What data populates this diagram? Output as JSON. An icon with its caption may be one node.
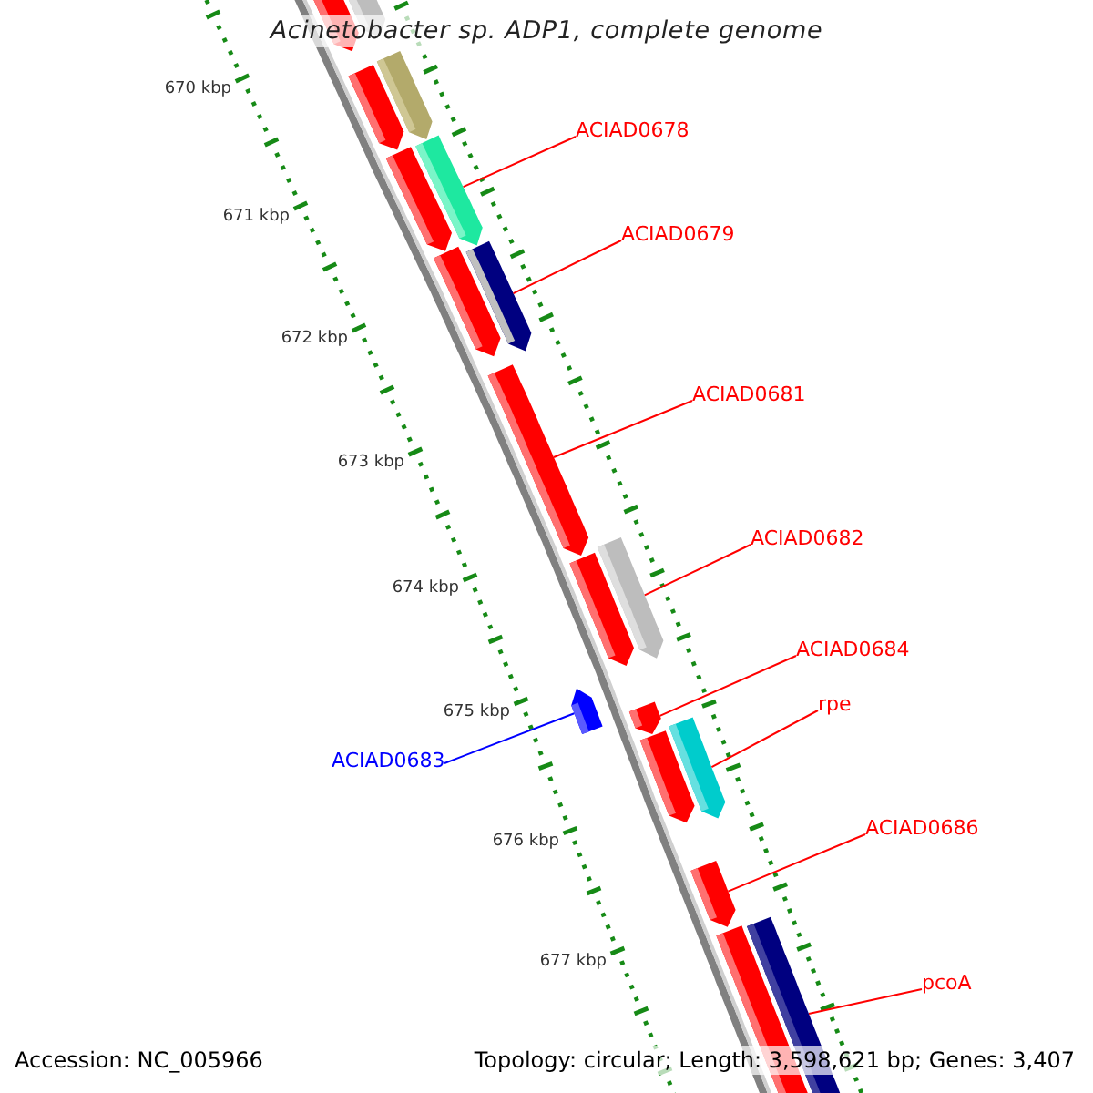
{
  "diagram": {
    "title": "Acinetobacter sp. ADP1, complete genome",
    "nodes": [
      {
        "text": [],
        "shape": "bar"
      },
      {
        "text": [],
        "shape": "bar"
      },
      {
        "text": [],
        "shape": "bar"
      },
      {
        "text": [],
        "shape": "bar"
      },
      {
        "text": [],
        "shape": "bar"
      },
      {
        "text": [],
        "shape": "bar"
      },
      {
        "text": [],
        "shape": "bar"
      },
      {
        "text": [],
        "shape": "bar"
      },
      {
        "text": [],
        "shape": "bar"
      },
      {
        "text": [],
        "shape": "bar"
      },
      {
        "text": [],
        "shape": "bar"
      },
      {
        "text": [],
        "shape": "bar"
      },
      {
        "text": [],
        "shape": "bar"
      },
      {
        "text": [],
        "shape": "bar"
      },
      {
        "text": [],
        "shape": "bar"
      },
      {
        "text": [],
        "shape": "bar"
      },
      {
        "text": [],
        "shape": "bar"
      },
      {
        "text": [],
        "shape": "bar"
      },
      {
        "text": [
          "ACIAD0678"
        ]
      },
      {
        "text": [
          "ACIAD0679"
        ]
      },
      {
        "text": [
          "ACIAD0681"
        ]
      },
      {
        "text": [
          "ACIAD0682"
        ]
      },
      {
        "text": [
          "ACIAD0684"
        ]
      },
      {
        "text": [
          "rpe"
        ]
      },
      {
        "text": [
          "ACIAD0683"
        ]
      },
      {
        "text": [
          "ACIAD0686"
        ]
      },
      {
        "text": [
          "pcoA"
        ]
      }
    ],
    "edges": [
      {
        "from": 18,
        "to": 5,
        "arrow": "none"
      },
      {
        "from": 19,
        "to": 7,
        "arrow": "none"
      },
      {
        "from": 20,
        "to": 8,
        "arrow": "none"
      },
      {
        "from": 21,
        "to": 10,
        "arrow": "none"
      },
      {
        "from": 22,
        "to": 12,
        "arrow": "none"
      },
      {
        "from": 23,
        "to": 14,
        "arrow": "none"
      },
      {
        "from": 24,
        "to": 11,
        "arrow": "none",
        "color": "#0000ff"
      },
      {
        "from": 25,
        "to": 15,
        "arrow": "none"
      },
      {
        "from": 26,
        "to": 17,
        "arrow": "none"
      }
    ],
    "labels": [
      "670 kbp",
      "671 kbp",
      "672 kbp",
      "673 kbp",
      "674 kbp",
      "675 kbp",
      "676 kbp",
      "677 kbp",
      "Accession: NC_005966",
      "Topology: circular; Length: 3,598,621 bp; Genes: 3,407"
    ]
  }
}
